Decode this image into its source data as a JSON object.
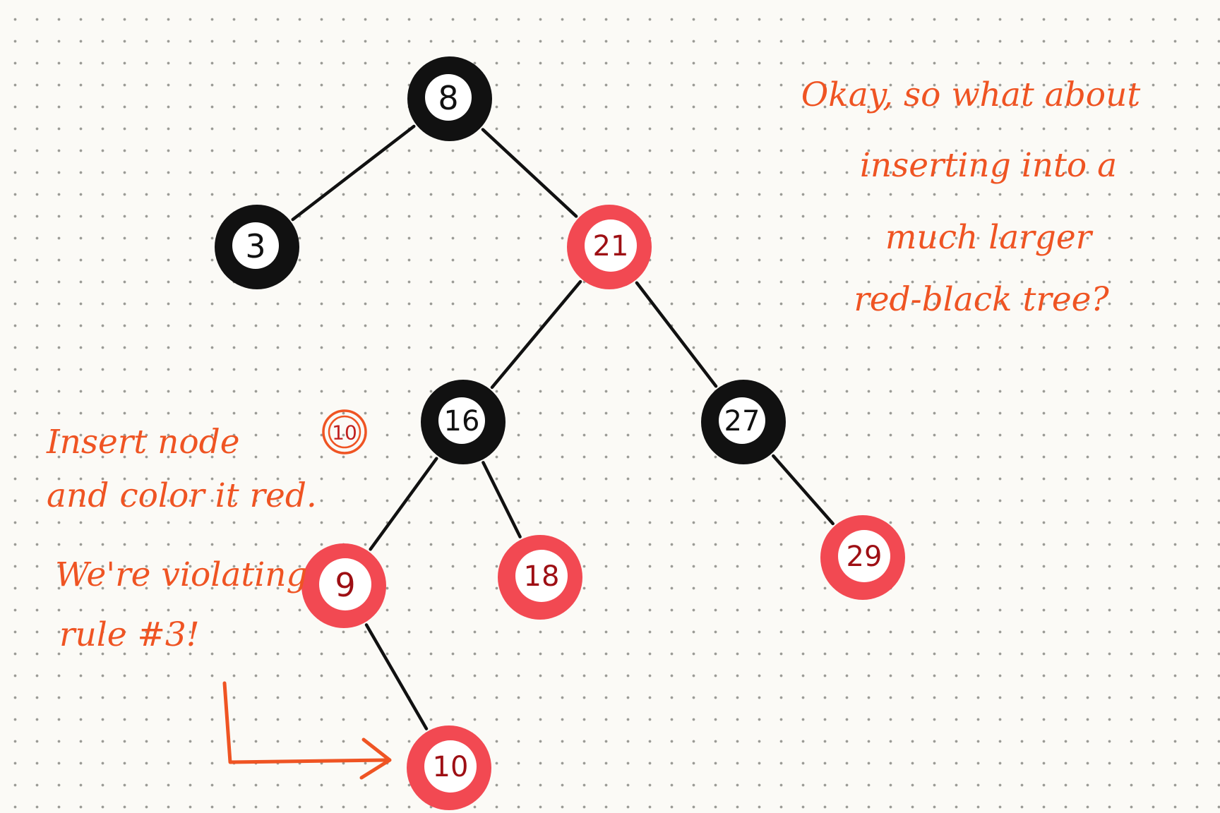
{
  "colors": {
    "black_node": "#111111",
    "red_node": "#f24952",
    "red_node_inner_text": "#9e0f14",
    "black_node_inner_text": "#111111",
    "annotation": "#ef5423",
    "edge": "#111111"
  },
  "tree": {
    "nodes": [
      {
        "id": "n8",
        "label": "8",
        "color": "black"
      },
      {
        "id": "n3",
        "label": "3",
        "color": "black"
      },
      {
        "id": "n21",
        "label": "21",
        "color": "red"
      },
      {
        "id": "n16",
        "label": "16",
        "color": "black"
      },
      {
        "id": "n27",
        "label": "27",
        "color": "black"
      },
      {
        "id": "n9",
        "label": "9",
        "color": "red"
      },
      {
        "id": "n18",
        "label": "18",
        "color": "red"
      },
      {
        "id": "n29",
        "label": "29",
        "color": "red"
      },
      {
        "id": "n10",
        "label": "10",
        "color": "red"
      }
    ],
    "edges": [
      {
        "from": "n8",
        "to": "n3"
      },
      {
        "from": "n8",
        "to": "n21"
      },
      {
        "from": "n21",
        "to": "n16"
      },
      {
        "from": "n21",
        "to": "n27"
      },
      {
        "from": "n16",
        "to": "n9"
      },
      {
        "from": "n16",
        "to": "n18"
      },
      {
        "from": "n27",
        "to": "n29"
      },
      {
        "from": "n9",
        "to": "n10"
      }
    ]
  },
  "annotations": {
    "question": {
      "line1": "Okay, so what about",
      "line2": "inserting into a",
      "line3": "much larger",
      "line4": "red-black tree?"
    },
    "insert": {
      "line1_text": "Insert node",
      "inline_node_label": "10",
      "line2": "and color it red."
    },
    "violation": {
      "line1": "We're violating",
      "line2": "rule #3!"
    }
  }
}
